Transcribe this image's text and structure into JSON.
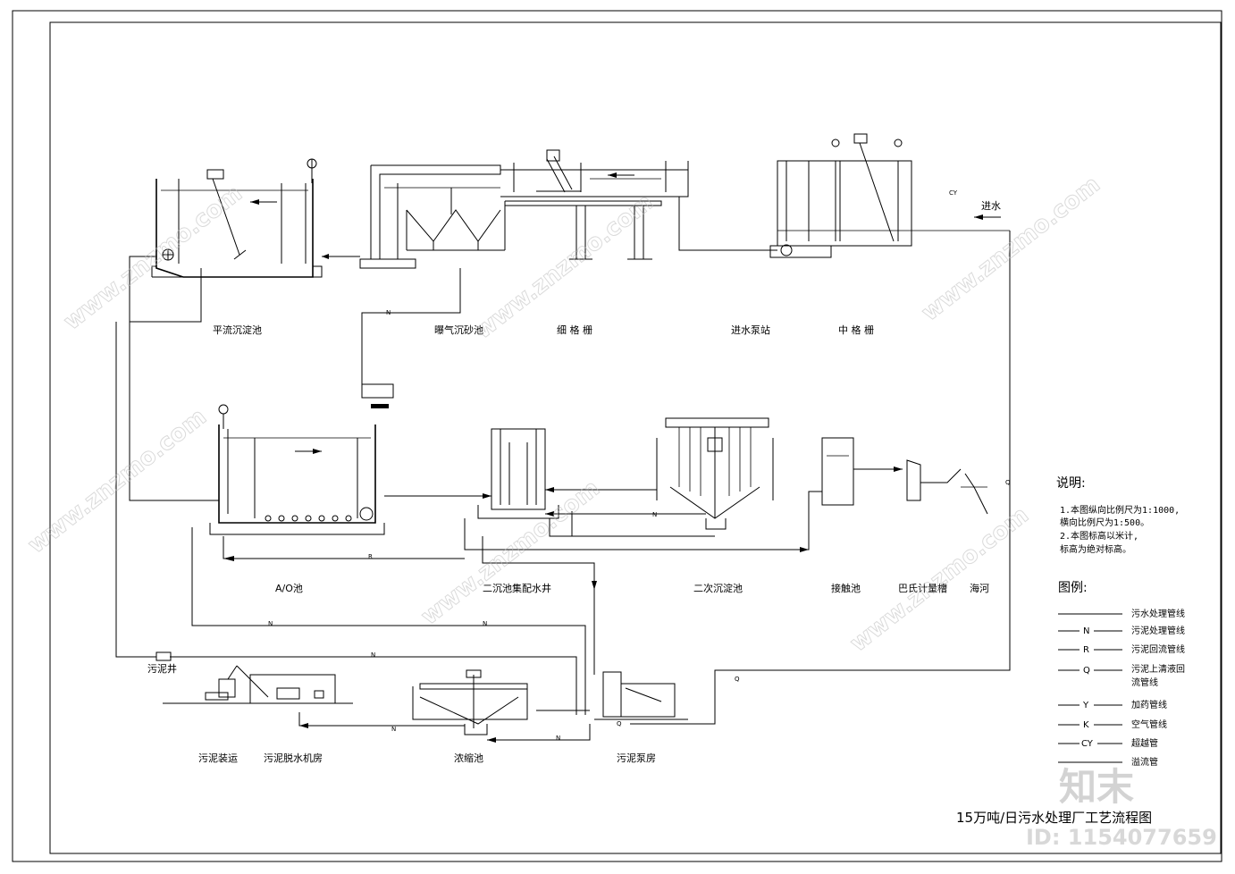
{
  "diagram": {
    "title": "15万吨/日污水处理厂工艺流程图",
    "inflow_label": "进水",
    "line_codes": {
      "n": "N",
      "cy": "CY",
      "q": "Q",
      "y": "Y",
      "k": "K",
      "r": "R"
    },
    "units": {
      "hl_clarifier": "平流沉淀池",
      "aerated_grit": "曝气沉砂池",
      "fine_screen": "细 格 栅",
      "inlet_pump": "进水泵站",
      "medium_screen": "中 格 栅",
      "ao_tank": "A/O池",
      "secondary_distribution_well": "二沉池集配水井",
      "secondary_clarifier": "二次沉淀池",
      "contact_tank": "接触池",
      "parshall_flume": "巴氏计量槽",
      "sea_river": "海河",
      "sludge_well": "污泥井",
      "sludge_transport": "污泥装运",
      "sludge_dewatering": "污泥脱水机房",
      "thickener": "浓缩池",
      "sludge_pump_house": "污泥泵房"
    },
    "notes": {
      "heading": "说明:",
      "line1": "1.本图纵向比例尺为1:1000,",
      "line2": "  横向比例尺为1:500。",
      "line3": "2.本图标高以米计,",
      "line4": "  标高为绝对标高。"
    },
    "legend": {
      "heading": "图例:",
      "items": [
        {
          "code": "",
          "text": "污水处理管线"
        },
        {
          "code": "N",
          "text": "污泥处理管线"
        },
        {
          "code": "R",
          "text": "污泥回流管线"
        },
        {
          "code": "Q",
          "text": "污泥上清液回"
        },
        {
          "code": "",
          "text": "流管线"
        },
        {
          "code": "Y",
          "text": "加药管线"
        },
        {
          "code": "K",
          "text": "空气管线"
        },
        {
          "code": "CY",
          "text": "超越管"
        },
        {
          "code": "",
          "text": "溢流管"
        }
      ]
    },
    "watermark": {
      "site": "www.znzmo.com",
      "brand": "知末",
      "id": "ID: 1154077659"
    }
  }
}
